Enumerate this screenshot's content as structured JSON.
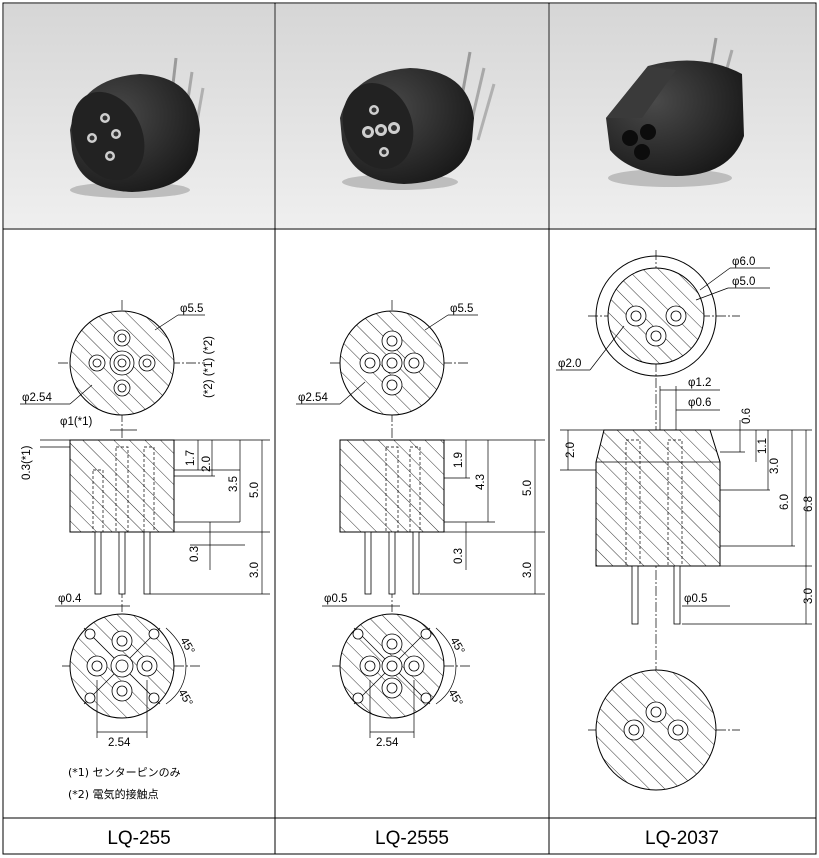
{
  "models": [
    "LQ-255",
    "LQ-2555",
    "LQ-2037"
  ],
  "lq255": {
    "dia_outer": "φ5.5",
    "pitch": "φ2.54",
    "pin_center": "φ1(*1)",
    "note_markers": "(*2)  (*1) (*2)",
    "h_top": "0.3(*1)",
    "h_1_7": "1.7",
    "h_2_0": "2.0",
    "h_3_5": "3.5",
    "h_5_0": "5.0",
    "h_0_3": "0.3",
    "h_3_0": "3.0",
    "pin_dia": "φ0.4",
    "angle_a": "45°",
    "angle_b": "45°",
    "spacing": "2.54",
    "note1": "(*1) センターピンのみ",
    "note2": "(*2) 電気的接触点"
  },
  "lq2555": {
    "dia_outer": "φ5.5",
    "pitch": "φ2.54",
    "h_1_9": "1.9",
    "h_4_3": "4.3",
    "h_5_0": "5.0",
    "h_0_3": "0.3",
    "h_3_0": "3.0",
    "pin_dia": "φ0.5",
    "angle_a": "45°",
    "angle_b": "45°",
    "spacing": "2.54"
  },
  "lq2037": {
    "dia_6": "φ6.0",
    "dia_5": "φ5.0",
    "dia_2": "φ2.0",
    "dia_1_2": "φ1.2",
    "dia_0_6": "φ0.6",
    "h_0_6": "0.6",
    "h_2_0": "2.0",
    "h_1_1": "1.1",
    "h_3_0": "3.0",
    "h_6_0": "6.0",
    "h_6_8": "6.8",
    "h_3_0b": "3.0",
    "pin_dia": "φ0.5"
  }
}
